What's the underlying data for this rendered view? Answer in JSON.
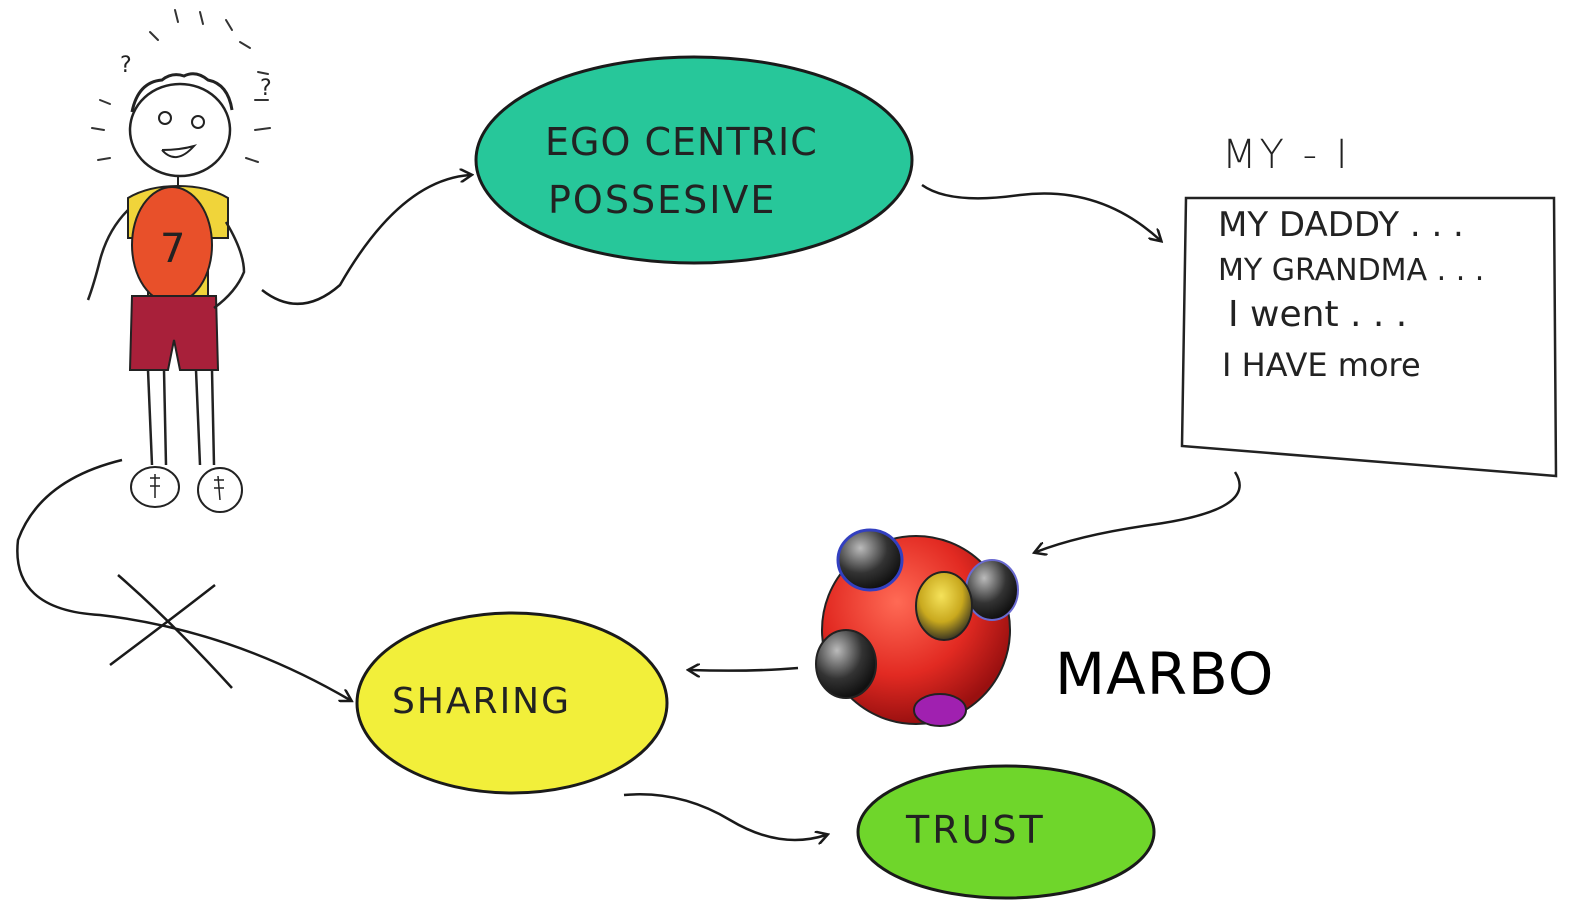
{
  "figure": {
    "jersey_number": "7",
    "question_marks": [
      "?",
      "?"
    ]
  },
  "nodes": {
    "egocentric": {
      "line1": "EGO CENTRIC",
      "line2": "POSSESIVE",
      "color": "#27c79a"
    },
    "sharing": {
      "label": "SHARING",
      "color": "#f2ef3a"
    },
    "trust": {
      "label": "TRUST",
      "color": "#6fd62b"
    },
    "marbo": {
      "label": "MARBO",
      "ball_color": "#e22a22"
    }
  },
  "my_i": {
    "heading": "MY - I",
    "lines": [
      "MY DADDY . . .",
      "MY GRANDMA . . .",
      "I went . . .",
      "I HAVE more"
    ]
  }
}
